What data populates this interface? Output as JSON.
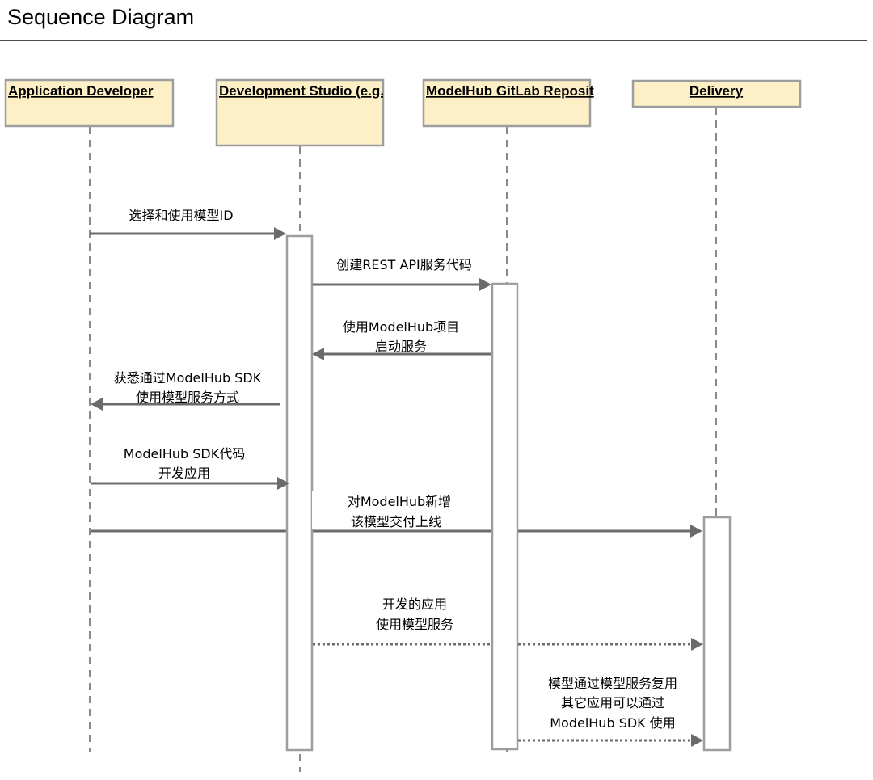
{
  "page": {
    "title": "Sequence Diagram"
  },
  "lifelines": [
    {
      "id": "app_dev",
      "label": "Application Developer"
    },
    {
      "id": "dev_studio",
      "label": "Development Studio (e.g."
    },
    {
      "id": "gitlab",
      "label": "ModelHub GitLab Reposit"
    },
    {
      "id": "delivery",
      "label": "Delivery"
    }
  ],
  "messages": [
    {
      "id": "m1",
      "from": "app_dev",
      "to": "dev_studio",
      "style": "solid",
      "lines": [
        "选择和使用模型ID"
      ]
    },
    {
      "id": "m2",
      "from": "dev_studio",
      "to": "gitlab",
      "style": "solid",
      "lines": [
        "创建REST API服务代码"
      ]
    },
    {
      "id": "m3",
      "from": "gitlab",
      "to": "dev_studio",
      "style": "solid",
      "lines": [
        "使用ModelHub项目",
        "启动服务"
      ]
    },
    {
      "id": "m4",
      "from": "dev_studio",
      "to": "app_dev",
      "style": "solid",
      "lines": [
        "获悉通过ModelHub SDK",
        "使用模型服务方式"
      ]
    },
    {
      "id": "m5",
      "from": "app_dev",
      "to": "dev_studio",
      "style": "solid",
      "lines": [
        "ModelHub SDK代码",
        "开发应用"
      ]
    },
    {
      "id": "m6",
      "from": "app_dev",
      "to": "delivery",
      "style": "solid",
      "lines": [
        "对ModelHub新增",
        "该模型交付上线"
      ]
    },
    {
      "id": "m7",
      "from": "dev_studio",
      "to": "delivery",
      "style": "dotted",
      "lines": [
        "开发的应用",
        "使用模型服务"
      ]
    },
    {
      "id": "m8",
      "from": "gitlab",
      "to": "delivery",
      "style": "dotted",
      "lines": [
        "模型通过模型服务复用",
        "其它应用可以通过",
        "ModelHub SDK 使用"
      ]
    }
  ],
  "colors": {
    "actor_fill": "#fdefc6",
    "border": "#9e9e9e",
    "arrow": "#6b6b6b",
    "activation_fill": "#ffffff"
  }
}
